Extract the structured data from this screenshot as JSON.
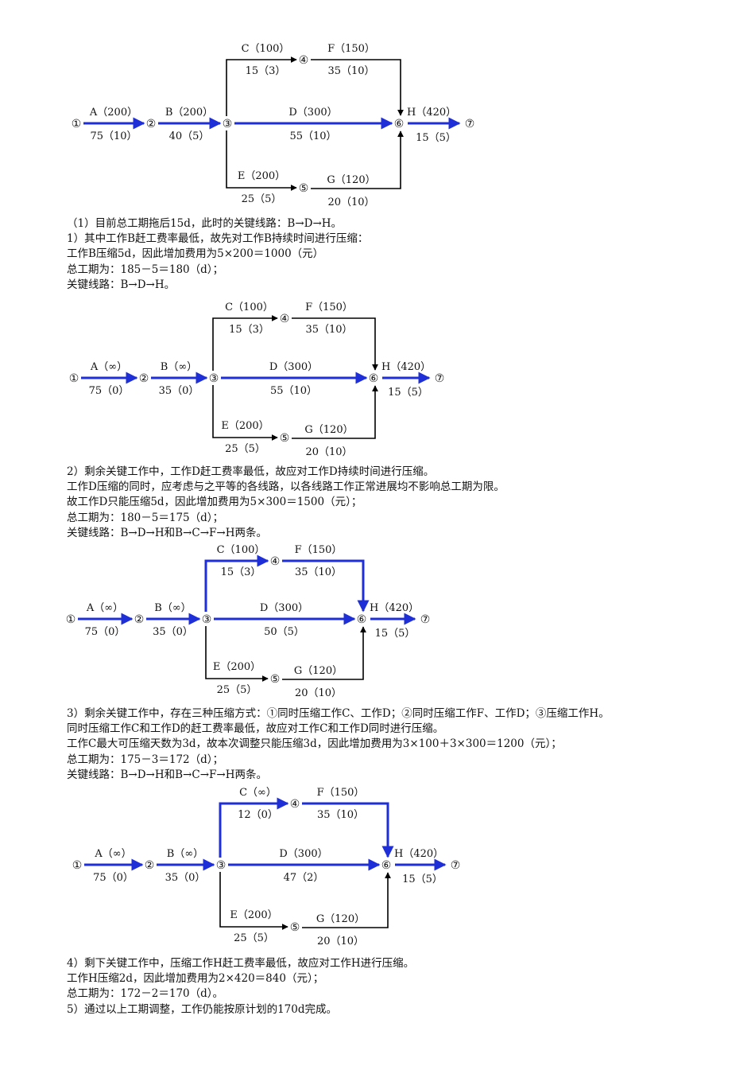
{
  "diagrams": [
    {
      "nodes": [
        "①",
        "②",
        "③",
        "④",
        "⑤",
        "⑥",
        "⑦"
      ],
      "labels": {
        "A_top": "A（200）",
        "A_bot": "75（10）",
        "B_top": "B（200）",
        "B_bot": "40（5）",
        "C_top": "C（100）",
        "C_bot": "15（3）",
        "D_top": "D（300）",
        "D_bot": "55（10）",
        "E_top": "E（200）",
        "E_bot": "25（5）",
        "F_top": "F（150）",
        "F_bot": "35（10）",
        "G_top": "G（120）",
        "G_bot": "20（10）",
        "H_top": "H（420）",
        "H_bot": "15（5）"
      },
      "critical": [
        "A",
        "B",
        "D",
        "H"
      ]
    },
    {
      "nodes": [
        "①",
        "②",
        "③",
        "④",
        "⑤",
        "⑥",
        "⑦"
      ],
      "labels": {
        "A_top": "A（∞）",
        "A_bot": "75（0）",
        "B_top": "B（∞）",
        "B_bot": "35（0）",
        "C_top": "C（100）",
        "C_bot": "15（3）",
        "D_top": "D（300）",
        "D_bot": "55（10）",
        "E_top": "E（200）",
        "E_bot": "25（5）",
        "F_top": "F（150）",
        "F_bot": "35（10）",
        "G_top": "G（120）",
        "G_bot": "20（10）",
        "H_top": "H（420）",
        "H_bot": "15（5）"
      },
      "critical": [
        "A",
        "B",
        "D",
        "H"
      ]
    },
    {
      "nodes": [
        "①",
        "②",
        "③",
        "④",
        "⑤",
        "⑥",
        "⑦"
      ],
      "labels": {
        "A_top": "A（∞）",
        "A_bot": "75（0）",
        "B_top": "B（∞）",
        "B_bot": "35（0）",
        "C_top": "C（100）",
        "C_bot": "15（3）",
        "D_top": "D（300）",
        "D_bot": "50（5）",
        "E_top": "E（200）",
        "E_bot": "25（5）",
        "F_top": "F（150）",
        "F_bot": "35（10）",
        "G_top": "G（120）",
        "G_bot": "20（10）",
        "H_top": "H（420）",
        "H_bot": "15（5）"
      },
      "critical": [
        "A",
        "B",
        "C",
        "D",
        "F",
        "H"
      ]
    },
    {
      "nodes": [
        "①",
        "②",
        "③",
        "④",
        "⑤",
        "⑥",
        "⑦"
      ],
      "labels": {
        "A_top": "A（∞）",
        "A_bot": "75（0）",
        "B_top": "B（∞）",
        "B_bot": "35（0）",
        "C_top": "C（∞）",
        "C_bot": "12（0）",
        "D_top": "D（300）",
        "D_bot": "47（2）",
        "E_top": "E（200）",
        "E_bot": "25（5）",
        "F_top": "F（150）",
        "F_bot": "35（10）",
        "G_top": "G（120）",
        "G_bot": "20（10）",
        "H_top": "H（420）",
        "H_bot": "15（5）"
      },
      "critical": [
        "A",
        "B",
        "C",
        "D",
        "F",
        "H"
      ]
    }
  ],
  "colors": {
    "critical": "#1f2fd8",
    "normal": "#000000"
  },
  "text1": [
    "（1）目前总工期拖后15d，此时的关键线路：B→D→H。",
    "1）其中工作B赶工费率最低，故先对工作B持续时间进行压缩：",
    "工作B压缩5d，因此增加费用为5×200＝1000（元）",
    "总工期为：185－5＝180（d）；",
    "关键线路：B→D→H。"
  ],
  "text2": [
    "2）剩余关键工作中，工作D赶工费率最低，故应对工作D持续时间进行压缩。",
    "工作D压缩的同时，应考虑与之平等的各线路，以各线路工作正常进展均不影响总工期为限。",
    "故工作D只能压缩5d，因此增加费用为5×300＝1500（元）；",
    "总工期为：180－5＝175（d）；",
    "关键线路：B→D→H和B→C→F→H两条。"
  ],
  "text3": [
    "3）剩余关键工作中，存在三种压缩方式：①同时压缩工作C、工作D；②同时压缩工作F、工作D；③压缩工作H。",
    "同时压缩工作C和工作D的赶工费率最低，故应对工作C和工作D同时进行压缩。",
    "工作C最大可压缩天数为3d，故本次调整只能压缩3d，因此增加费用为3×100＋3×300＝1200（元）；",
    "总工期为：175－3＝172（d）；",
    "关键线路：B→D→H和B→C→F→H两条。"
  ],
  "text4": [
    "4）剩下关键工作中，压缩工作H赶工费率最低，故应对工作H进行压缩。",
    "工作H压缩2d，因此增加费用为2×420＝840（元）；",
    "总工期为：172－2＝170（d）。",
    "5）通过以上工期调整，工作仍能按原计划的170d完成。"
  ]
}
